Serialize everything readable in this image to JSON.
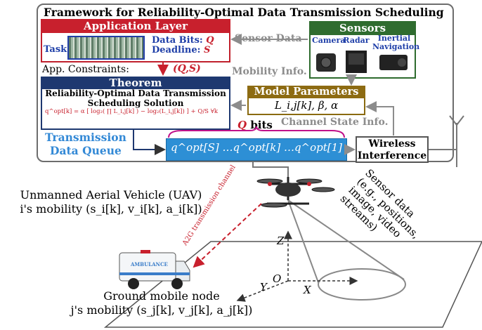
{
  "title": "Framework for Reliability-Optimal Data Transmission Scheduling",
  "application_layer": {
    "header": "Application Layer",
    "task_label": "Task",
    "data_bits_label": "Data Bits:",
    "data_bits_symbol": "Q",
    "deadline_label": "Deadline:",
    "deadline_symbol": "S"
  },
  "app_constraints": {
    "label": "App. Constraints:",
    "value": "(Q,S)"
  },
  "theorem": {
    "header": "Theorem",
    "text": "Reliability-Optimal Data Transmission Scheduling Solution",
    "formula": "q^opt[k] = α [ log₂( ∏ L_i,j[k] ) − log₂(L_i,j[k]) ] + Q/S   ∀k"
  },
  "sensors": {
    "header": "Sensors",
    "items": [
      "Camera",
      "Radar",
      "Inertial Navigation"
    ]
  },
  "flows": {
    "sensor_data": "Sensor Data",
    "mobility_info": "Mobility Info.",
    "channel_state_info": "Channel State Info."
  },
  "model_parameters": {
    "header": "Model Parameters",
    "value": "L_i,j[k], β, α"
  },
  "queue": {
    "label_line1": "Transmission",
    "label_line2": "Data Queue",
    "bits_symbol": "Q",
    "bits_text": "bits",
    "cells_text": "q^opt[S]  …q^opt[k]  …q^opt[1]"
  },
  "wireless": {
    "line1": "Wireless",
    "line2": "Interference"
  },
  "uav": {
    "line1": "Unmanned Aerial Vehicle (UAV)",
    "line2": "i's mobility (s_i[k], v_i[k], a_i[k])"
  },
  "ground": {
    "line1": "Ground mobile node",
    "line2": "j's mobility (s_j[k], v_j[k], a_j[k])"
  },
  "sensor_data_note": [
    "Sensor data",
    "(e.g., positions,",
    "image, video",
    "streams)"
  ],
  "a2g_label": "A2G transmission channel",
  "axes": {
    "z": "Z",
    "o": "O",
    "x": "X",
    "y": "Y"
  },
  "ambulance_text": "AMBULANCE"
}
